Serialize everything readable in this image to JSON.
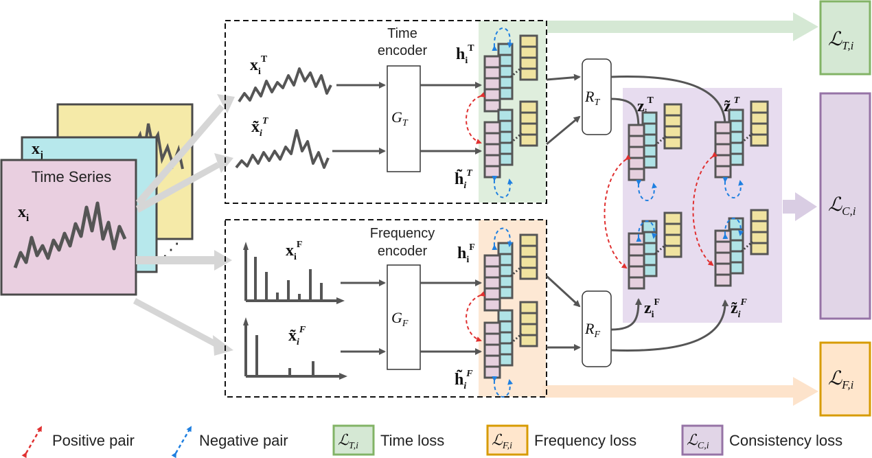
{
  "input": {
    "stack_title": "Time Series",
    "x_i": "x",
    "x_i_sub": "i",
    "x_j": "x",
    "x_j_sub": "j"
  },
  "time_branch": {
    "encoder_label_line1": "Time",
    "encoder_label_line2": "encoder",
    "encoder_symbol": "G",
    "encoder_symbol_sub": "T",
    "input_label": "x",
    "input_label_sub": "i",
    "input_label_sup": "T",
    "aug_input_label": "x̃",
    "aug_input_label_sub": "i",
    "aug_input_label_sup": "T",
    "embedding_label": "h",
    "embedding_label_sub": "i",
    "embedding_label_sup": "T",
    "aug_embedding_label": "h̃",
    "aug_embedding_label_sub": "i",
    "aug_embedding_label_sup": "T",
    "projector_symbol": "R",
    "projector_symbol_sub": "T"
  },
  "frequency_branch": {
    "encoder_label_line1": "Frequency",
    "encoder_label_line2": "encoder",
    "encoder_symbol": "G",
    "encoder_symbol_sub": "F",
    "input_label": "x",
    "input_label_sub": "i",
    "input_label_sup": "F",
    "aug_input_label": "x̃",
    "aug_input_label_sub": "i",
    "aug_input_label_sup": "F",
    "embedding_label": "h",
    "embedding_label_sub": "i",
    "embedding_label_sup": "F",
    "aug_embedding_label": "h̃",
    "aug_embedding_label_sub": "i",
    "aug_embedding_label_sup": "F",
    "projector_symbol": "R",
    "projector_symbol_sub": "F"
  },
  "consistency": {
    "z_time": "z",
    "z_time_sub": "i",
    "z_time_sup": "T",
    "z_aug_time": "z̃",
    "z_aug_time_sub": "i",
    "z_aug_time_sup": "T",
    "z_freq": "z",
    "z_freq_sub": "i",
    "z_freq_sup": "F",
    "z_aug_freq": "z̃",
    "z_aug_freq_sub": "i",
    "z_aug_freq_sup": "F"
  },
  "losses": {
    "time": {
      "symbol": "ℒ",
      "sub": "T,i"
    },
    "consistency": {
      "symbol": "ℒ",
      "sub": "C,i"
    },
    "frequency": {
      "symbol": "ℒ",
      "sub": "F,i"
    }
  },
  "legend": {
    "positive_pair": "Positive pair",
    "negative_pair": "Negative pair",
    "time_loss": "Time loss",
    "frequency_loss": "Frequency loss",
    "consistency_loss": "Consistency loss",
    "time_loss_symbol_sub": "T,i",
    "frequency_loss_symbol_sub": "F,i",
    "consistency_loss_symbol_sub": "C,i",
    "loss_symbol": "ℒ"
  },
  "colors": {
    "time_green": "#82b366",
    "time_green_fill": "#d5e8d4",
    "freq_orange": "#d79b00",
    "freq_orange_fill": "#ffe6cc",
    "consistency_purple": "#9673a6",
    "consistency_purple_fill": "#e1d5e7",
    "positive_red": "#e03030",
    "negative_blue": "#1e7fe0",
    "pink_cell": "#e6d0de",
    "cyan_cell": "#b0e3e6",
    "yellow_cell": "#f0e3a0",
    "card_yellow": "#f5eaa8",
    "card_cyan": "#b7e8ec",
    "card_pink": "#e9cfe0"
  }
}
